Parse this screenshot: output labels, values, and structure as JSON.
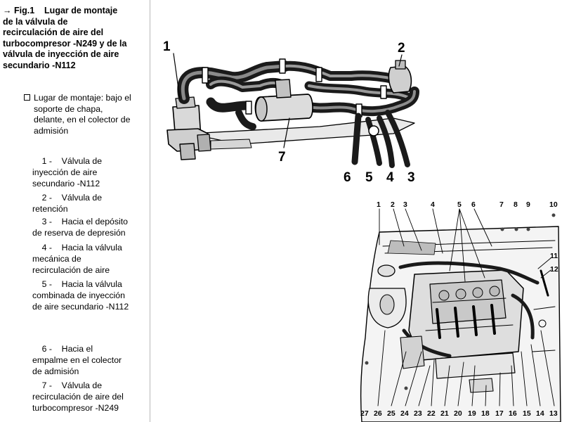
{
  "title": {
    "arrow": "→",
    "lines": [
      "Fig.1    Lugar de montaje",
      "de la válvula de",
      "recirculación de aire del",
      "turbocompresor -N249 y de la",
      "válvula de inyección de aire",
      "secundario -N112"
    ]
  },
  "mounting_note": "Lugar de montaje: bajo el\nsoporte de chapa,\ndelante, en el colector de\nadmisión",
  "legend": [
    {
      "num": "1 -",
      "text": "    1 -    Válvula de\ninyección de aire\nsecundario -N112"
    },
    {
      "num": "2 -",
      "text": "    2 -    Válvula de\nretención"
    },
    {
      "num": "3 -",
      "text": "    3 -    Hacia el depósito\nde reserva de depresión"
    },
    {
      "num": "4 -",
      "text": "    4 -    Hacia la válvula\nmecánica de\nrecirculación de aire"
    },
    {
      "num": "5 -",
      "text": "    5 -    Hacia la válvula\ncombinada de inyección\nde aire secundario -N112"
    },
    {
      "num": "6 -",
      "text": "    6 -    Hacia el\nempalme en el colector\nde admisión"
    },
    {
      "num": "7 -",
      "text": "    7 -    Válvula de\nrecirculación de aire del\nturbocompresor -N249"
    }
  ],
  "detail_labels": [
    "1",
    "2",
    "3",
    "4",
    "5",
    "6",
    "7"
  ],
  "overview_top_labels": [
    "1",
    "2",
    "3",
    "4",
    "5",
    "6",
    "7",
    "8",
    "9",
    "10"
  ],
  "overview_side_labels": [
    "11",
    "12"
  ],
  "overview_bottom_labels": [
    "27",
    "26",
    "25",
    "24",
    "23",
    "22",
    "21",
    "20",
    "19",
    "18",
    "17",
    "16",
    "15",
    "14",
    "13"
  ],
  "colors": {
    "ink": "#000000",
    "rule": "#b9b9b9",
    "hose": "#1a1a1a"
  }
}
